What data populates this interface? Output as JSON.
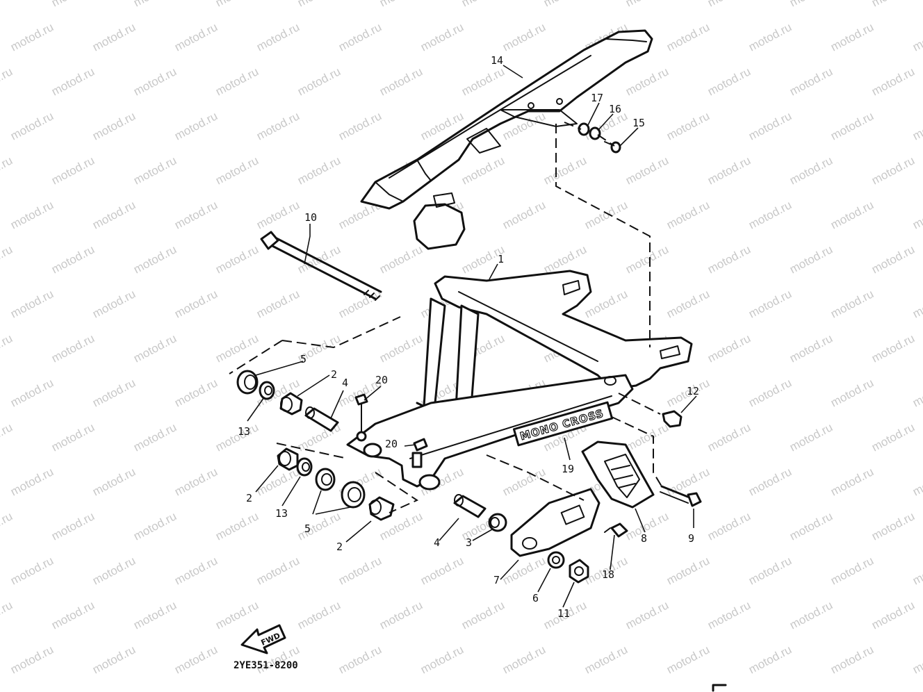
{
  "watermark": "motod.ru",
  "diagram_code": "2YE351-8200",
  "fwd_label": "FWD",
  "brand_text": "MONO CROSS",
  "callouts": {
    "c1": "1",
    "c2a": "2",
    "c2b": "2",
    "c2c": "2",
    "c3": "3",
    "c4a": "4",
    "c4b": "4",
    "c5a": "5",
    "c5b": "5",
    "c6": "6",
    "c7": "7",
    "c8": "8",
    "c9": "9",
    "c10": "10",
    "c11": "11",
    "c12": "12",
    "c13a": "13",
    "c13b": "13",
    "c14": "14",
    "c15": "15",
    "c16": "16",
    "c17": "17",
    "c18": "18",
    "c19": "19",
    "c20a": "20",
    "c20b": "20"
  }
}
